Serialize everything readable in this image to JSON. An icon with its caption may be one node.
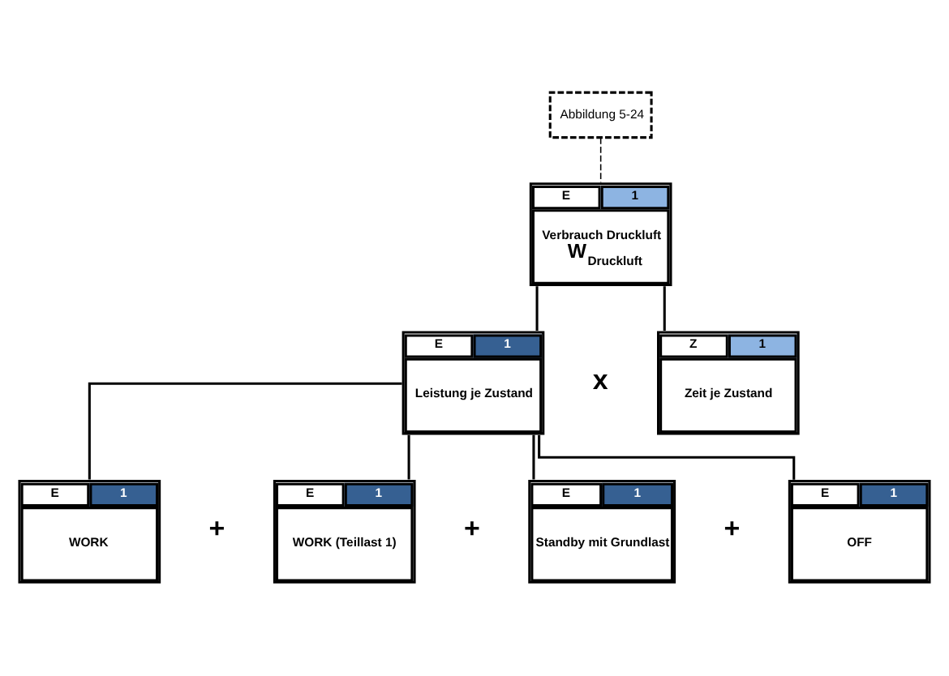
{
  "diagram": {
    "nodes": [
      {
        "text": [
          "Abbildung 5-24"
        ]
      },
      {
        "text": [
          "E",
          "1",
          "Verbrauch Druckluft",
          "W$_{Druckluft}$"
        ]
      },
      {
        "text": [
          "E",
          "1",
          "Leistung je Zustand"
        ]
      },
      {
        "text": [
          "Z",
          "1",
          "Zeit je Zustand"
        ]
      },
      {
        "text": [
          "E",
          "1",
          "WORK"
        ]
      },
      {
        "text": [
          "E",
          "1",
          "WORK (Teillast 1)"
        ]
      },
      {
        "text": [
          "E",
          "1",
          "Standby mit Grundlast"
        ]
      },
      {
        "text": [
          "E",
          "1",
          "OFF"
        ]
      }
    ],
    "edges": [
      {
        "from": 0,
        "to": 1,
        "arrow": "none",
        "style": "dashed"
      },
      {
        "from": 1,
        "to": 2,
        "arrow": "none"
      },
      {
        "from": 1,
        "to": 3,
        "arrow": "none"
      },
      {
        "from": 2,
        "to": 4,
        "arrow": "none"
      },
      {
        "from": 2,
        "to": 5,
        "arrow": "none"
      },
      {
        "from": 2,
        "to": 6,
        "arrow": "none"
      },
      {
        "from": 2,
        "to": 7,
        "arrow": "none"
      }
    ],
    "labels": [
      "x",
      "+",
      "+",
      "+"
    ]
  }
}
